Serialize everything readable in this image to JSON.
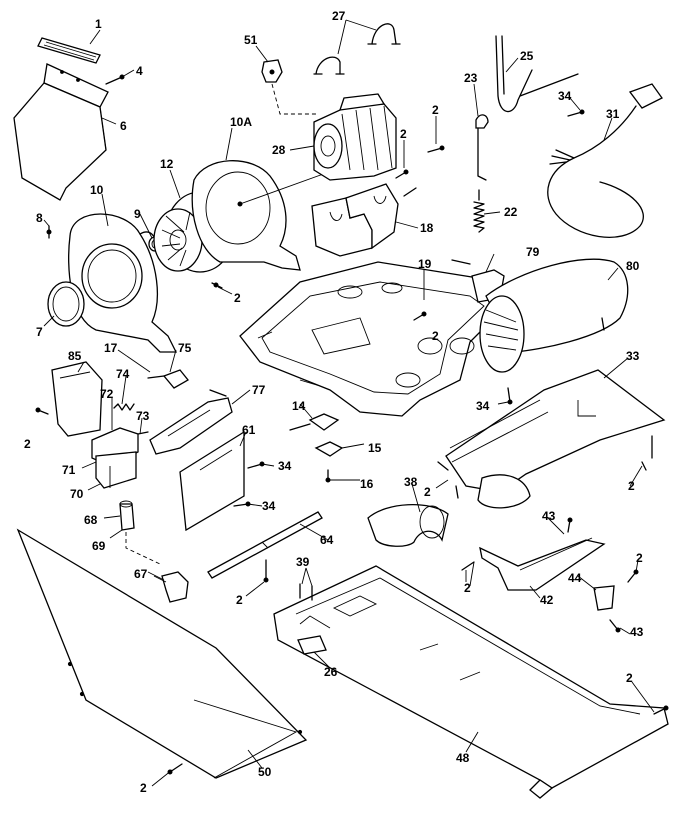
{
  "diagram": {
    "labels": {
      "l1": "1",
      "l4": "4",
      "l6": "6",
      "l8": "8",
      "l9": "9",
      "l10": "10",
      "l10A": "10A",
      "l12": "12",
      "l2_blower": "2",
      "l7": "7",
      "l51": "51",
      "l27": "27",
      "l28": "28",
      "l2_motor_a": "2",
      "l2_motor_b": "2",
      "l18": "18",
      "l23": "23",
      "l25": "25",
      "l34_cord": "34",
      "l31": "31",
      "l22": "22",
      "l19": "19",
      "l2_base": "2",
      "l79": "79",
      "l80": "80",
      "l34_duct": "34",
      "l33": "33",
      "l85": "85",
      "l17": "17",
      "l75": "75",
      "l74": "74",
      "l72": "72",
      "l73": "73",
      "l77": "77",
      "l2_left": "2",
      "l71": "71",
      "l70": "70",
      "l68": "68",
      "l69": "69",
      "l61": "61",
      "l34_bracket_a": "34",
      "l34_bracket_b": "34",
      "l14": "14",
      "l15": "15",
      "l16": "16",
      "l38": "38",
      "l2_duct": "2",
      "l2_rear": "2",
      "l64": "64",
      "l67": "67",
      "l2_rod": "2",
      "l39": "39",
      "l26": "26",
      "l43_a": "43",
      "l2_bracket": "2",
      "l42": "42",
      "l44": "44",
      "l2_clip": "2",
      "l43_b": "43",
      "l2_cover": "2",
      "l50": "50",
      "l2_panel": "2",
      "l48": "48"
    }
  }
}
